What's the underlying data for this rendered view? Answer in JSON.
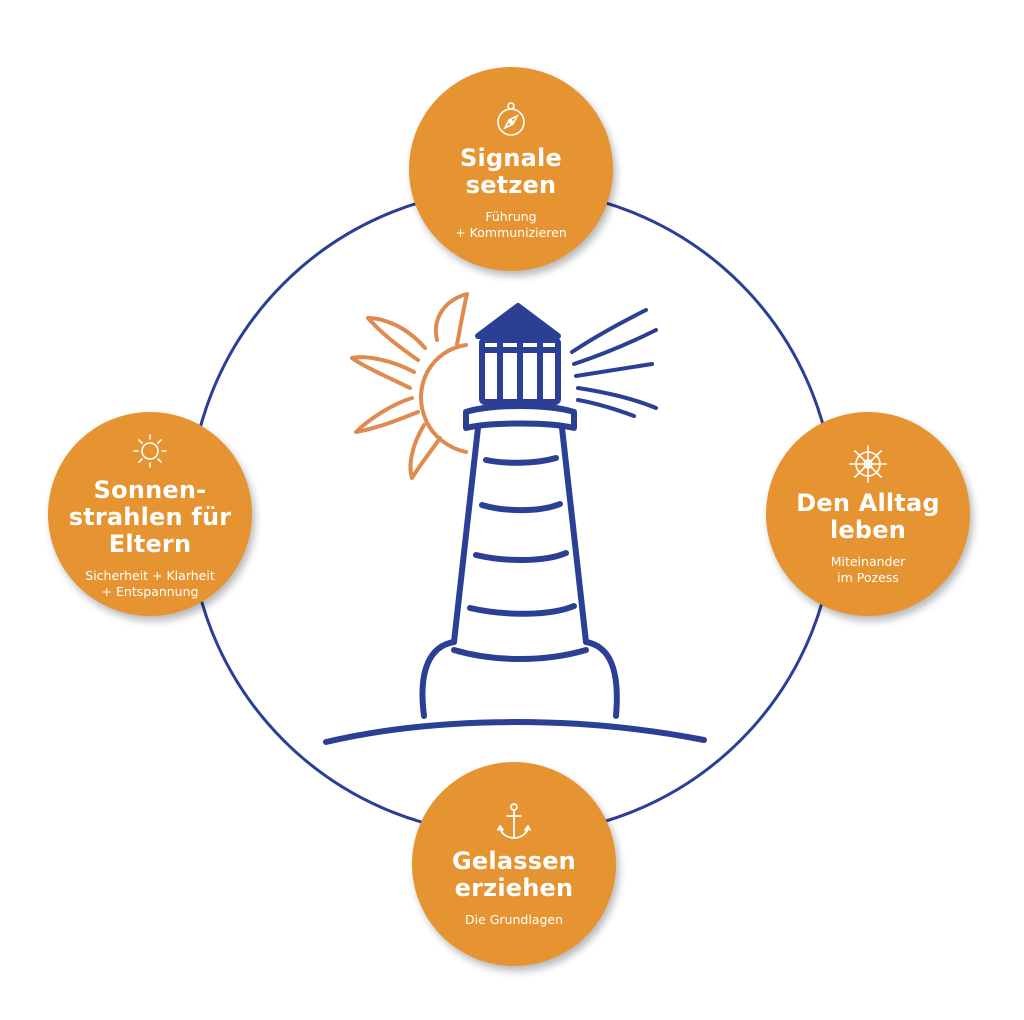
{
  "colors": {
    "ring": "#2b3f95",
    "node_fill": "#e69331",
    "node_text": "#ffffff",
    "lighthouse": "#2b3f95",
    "sun": "#df8a4e"
  },
  "nodes": {
    "top": {
      "icon": "compass-icon",
      "title": "Signale\nsetzen",
      "subtitle": "Führung\n+ Kommunizieren"
    },
    "right": {
      "icon": "ship-wheel-icon",
      "title": "Den Alltag\nleben",
      "subtitle": "Miteinander\nim Pozess"
    },
    "bottom": {
      "icon": "anchor-icon",
      "title": "Gelassen\nerziehen",
      "subtitle": "Die Grundlagen"
    },
    "left": {
      "icon": "sun-icon",
      "title": "Sonnen-\nstrahlen für\nEltern",
      "subtitle": "Sicherheit + Klarheit\n+ Entspannung"
    }
  },
  "illustration": {
    "main_icon": "lighthouse-icon",
    "accent_icon": "sun-rays-icon",
    "light_icon": "light-beam-lines-icon"
  }
}
